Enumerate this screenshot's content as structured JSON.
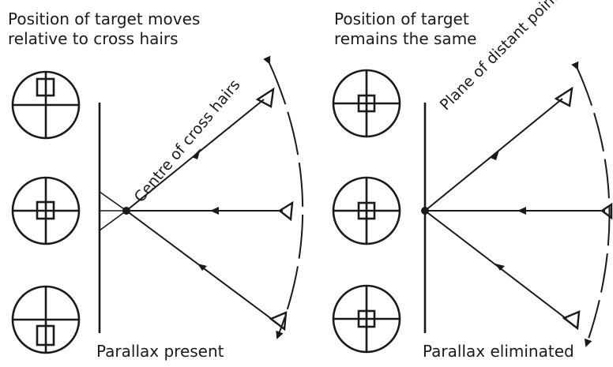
{
  "left_panel": {
    "heading_line1": "Position of target moves",
    "heading_line2": "relative to cross hairs",
    "callout": "Centre of cross hairs",
    "caption": "Parallax present"
  },
  "right_panel": {
    "heading_line1": "Position of target",
    "heading_line2": "remains the same",
    "callout": "Plane of distant point",
    "caption": "Parallax eliminated"
  },
  "icons": [
    "reticle-icon",
    "eye-icon",
    "arrow-icon"
  ],
  "colors": {
    "line": "#1a1a1a",
    "background": "#ffffff"
  }
}
